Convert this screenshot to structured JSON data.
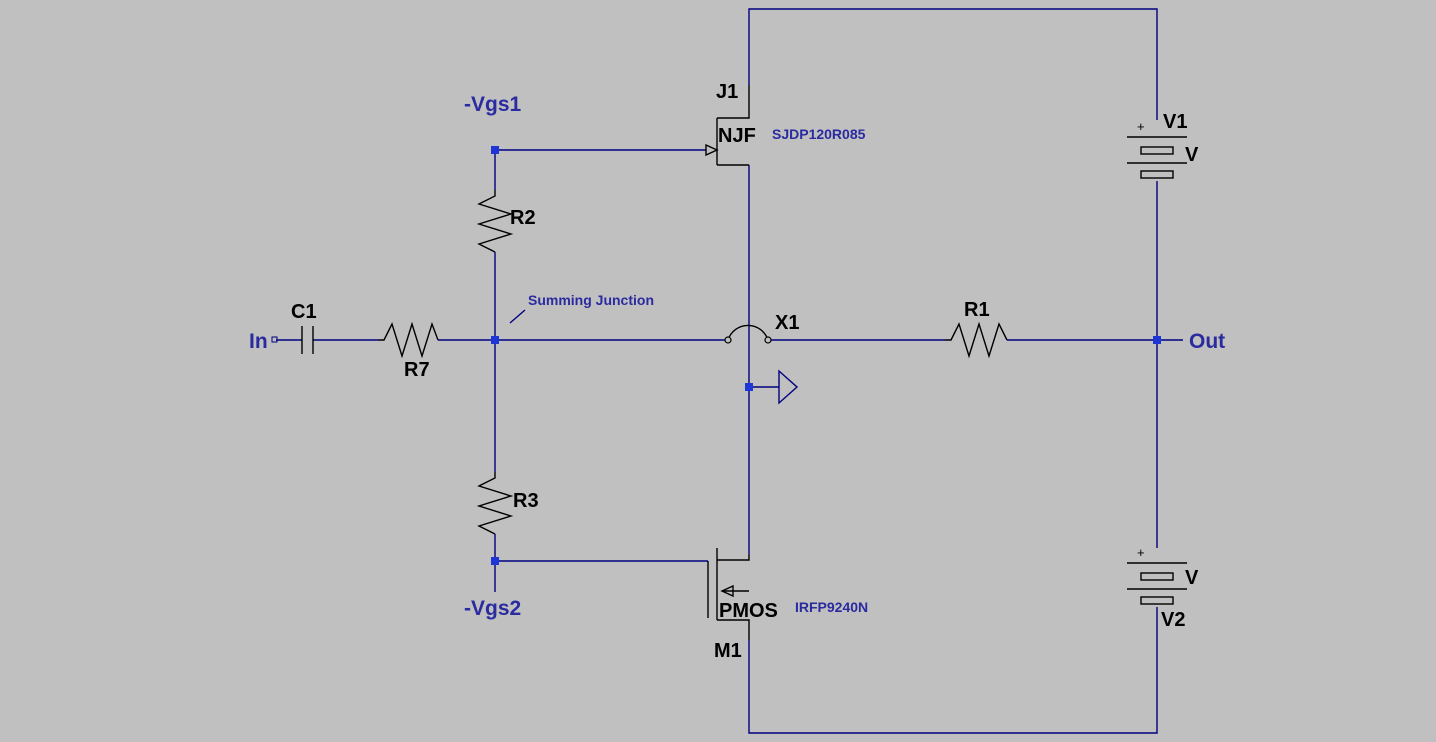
{
  "schematic": {
    "components": {
      "j1": {
        "ref": "J1",
        "type": "NJF",
        "model": "SJDP120R085"
      },
      "m1": {
        "ref": "M1",
        "type": "PMOS",
        "model": "IRFP9240N"
      },
      "v1": {
        "ref": "V1",
        "value": "V",
        "plus": "+"
      },
      "v2": {
        "ref": "V2",
        "value": "V",
        "plus": "+"
      },
      "r1": {
        "ref": "R1"
      },
      "r2": {
        "ref": "R2"
      },
      "r3": {
        "ref": "R3"
      },
      "r7": {
        "ref": "R7"
      },
      "c1": {
        "ref": "C1"
      },
      "x1": {
        "ref": "X1"
      }
    },
    "nets": {
      "vgs1": "-Vgs1",
      "vgs2": "-Vgs2",
      "input": "In",
      "output": "Out"
    },
    "comment": "Summing Junction",
    "colors": {
      "background": "#c0c0c0",
      "wire": "#000080",
      "junction": "#1f36d6",
      "net_label": "#2b2ba0",
      "component": "#000000"
    }
  }
}
